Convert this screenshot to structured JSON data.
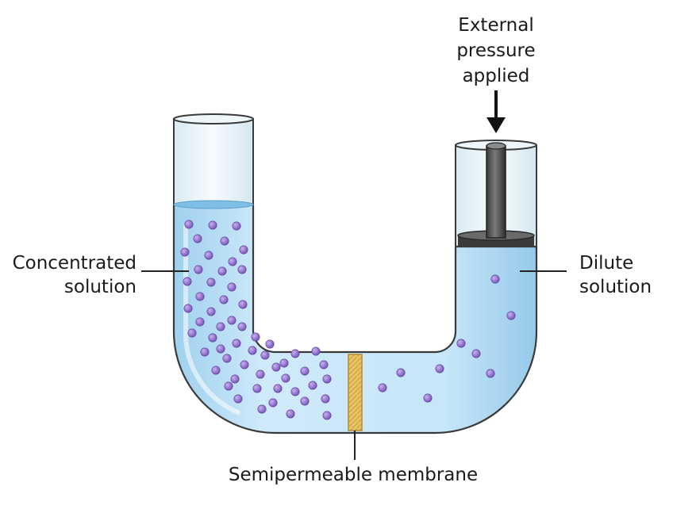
{
  "labels": {
    "left_line1": "Concentrated",
    "left_line2": "solution",
    "right_line1": "Dilute",
    "right_line2": "solution",
    "pressure_line1": "External",
    "pressure_line2": "pressure",
    "pressure_line3": "applied",
    "membrane": "Semipermeable membrane"
  },
  "colors": {
    "solution": "#bfe2f6",
    "solution_edge": "#7fb8dc",
    "tube_outline": "#3a3a3a",
    "solute_particle": "#8a63c7",
    "piston": "#4a4a4a",
    "membrane": "#e9c46a"
  },
  "particles": {
    "concentrated_side_count": 58,
    "dilute_side_count": 9
  }
}
